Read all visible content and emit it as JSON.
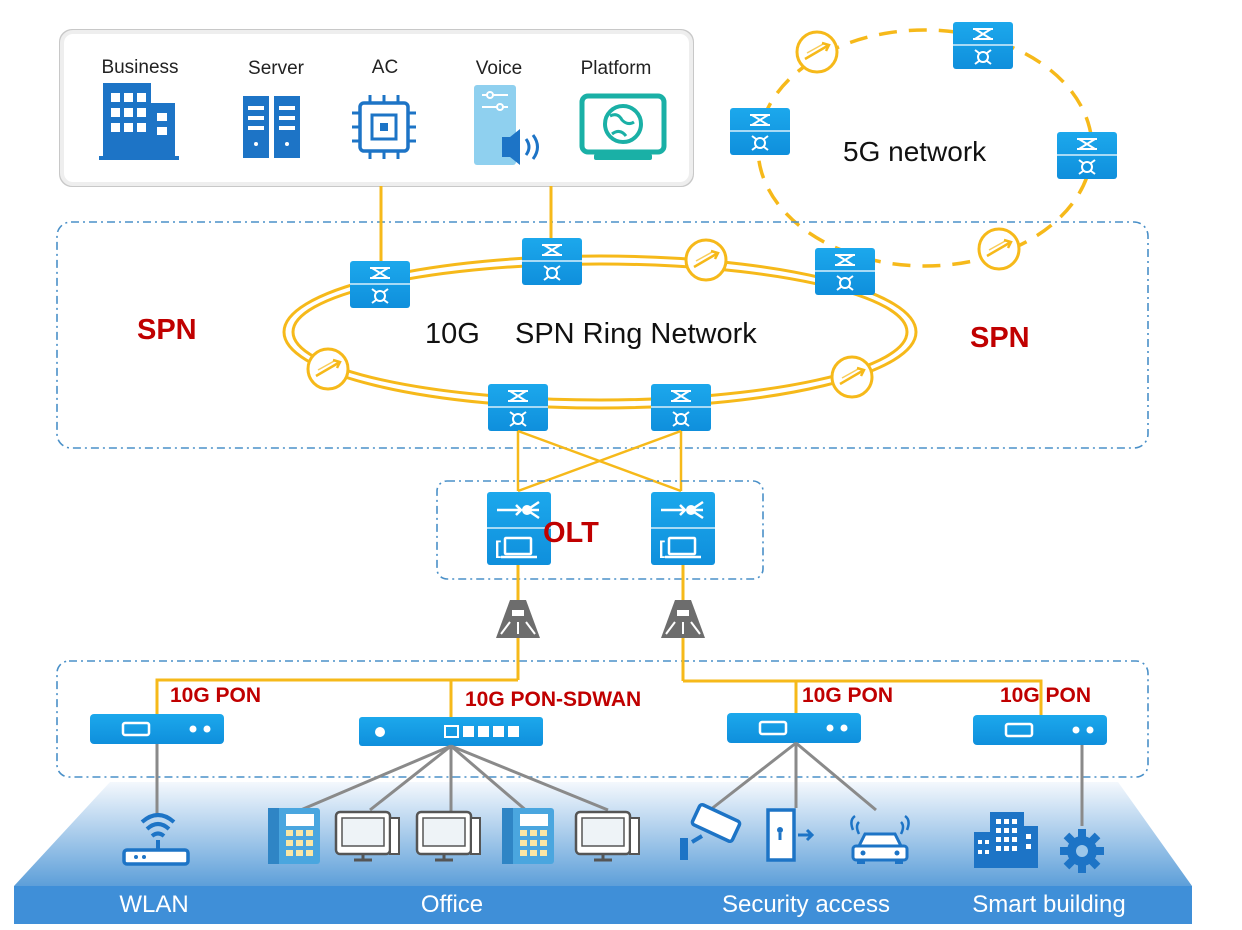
{
  "services": [
    {
      "label": "Business",
      "icon": "building-icon"
    },
    {
      "label": "Server",
      "icon": "server-rack-icon"
    },
    {
      "label": "AC",
      "icon": "chip-icon"
    },
    {
      "label": "Voice",
      "icon": "voice-device-icon"
    },
    {
      "label": "Platform",
      "icon": "monitor-globe-icon"
    }
  ],
  "network_5g": {
    "label": "5G network"
  },
  "spn": {
    "left_label": "SPN",
    "right_label": "SPN",
    "ring_label_a": "10G",
    "ring_label_b": "SPN Ring Network"
  },
  "olt": {
    "label": "OLT"
  },
  "pon": {
    "wlan_link": "10G PON",
    "office_link": "10G PON-SDWAN",
    "security_link": "10G PON",
    "building_link": "10G PON"
  },
  "terminals": {
    "wlan": [
      "wifi-router-icon"
    ],
    "office": [
      "desk-phone-icon",
      "computer-icon",
      "computer-icon",
      "desk-phone-icon",
      "computer-icon"
    ],
    "security": [
      "camera-icon",
      "door-access-icon",
      "car-icon"
    ],
    "building": [
      "office-building-icon",
      "gear-icon"
    ]
  },
  "bottom_labels": {
    "wlan": "WLAN",
    "office": "Office",
    "security": "Security access",
    "building": "Smart building"
  },
  "colors": {
    "link": "#f6b91a",
    "device": "#1aa0e8",
    "accent_red": "#c00000",
    "platform_teal": "#1ab0a6",
    "base_band": "#3f8fd8"
  }
}
